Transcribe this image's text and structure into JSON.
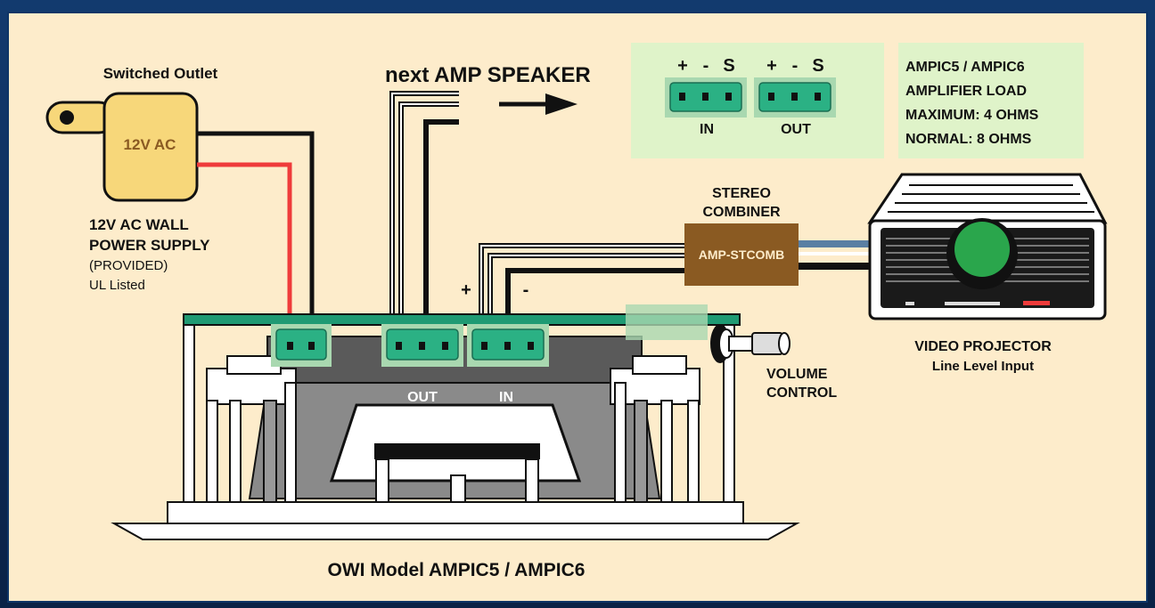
{
  "power": {
    "outlet_label": "Switched Outlet",
    "adapter_label": "12V AC",
    "supply_title_line1": "12V AC WALL",
    "supply_title_line2": "POWER SUPPLY",
    "supply_provided": "(PROVIDED)",
    "supply_listing": "UL Listed"
  },
  "next_speaker": {
    "label": "next AMP SPEAKER",
    "terminal_symbols": [
      "+",
      "-",
      "S",
      "+",
      "-",
      "S"
    ],
    "in_label": "IN",
    "out_label": "OUT"
  },
  "load_info": {
    "lines": [
      "AMPIC5 / AMPIC6",
      "AMPLIFIER LOAD",
      "MAXIMUM: 4 OHMS",
      "NORMAL: 8 OHMS"
    ]
  },
  "combiner": {
    "title_line1": "STEREO",
    "title_line2": "COMBINER",
    "model": "AMP-STCOMB"
  },
  "projector": {
    "title": "VIDEO PROJECTOR",
    "subtitle": "Line Level Input"
  },
  "speaker": {
    "plus": "+",
    "minus": "-",
    "out_label": "OUT",
    "in_label": "IN",
    "volume_line1": "VOLUME",
    "volume_line2": "CONTROL",
    "model_caption": "OWI Model AMPIC5 / AMPIC6"
  },
  "colors": {
    "panel": "#fdeccb",
    "frame": "#0e3566",
    "terminal": "#2bb184",
    "terminal_bg": "#a9d8b0",
    "board": "#1f9a73",
    "combiner": "#8a5a22",
    "adapter": "#f7d77a",
    "red_wire": "#ef3b3b",
    "blue_wire": "#5a7fa3",
    "lens": "#2aa64c",
    "info_bg": "#dff3c9"
  }
}
